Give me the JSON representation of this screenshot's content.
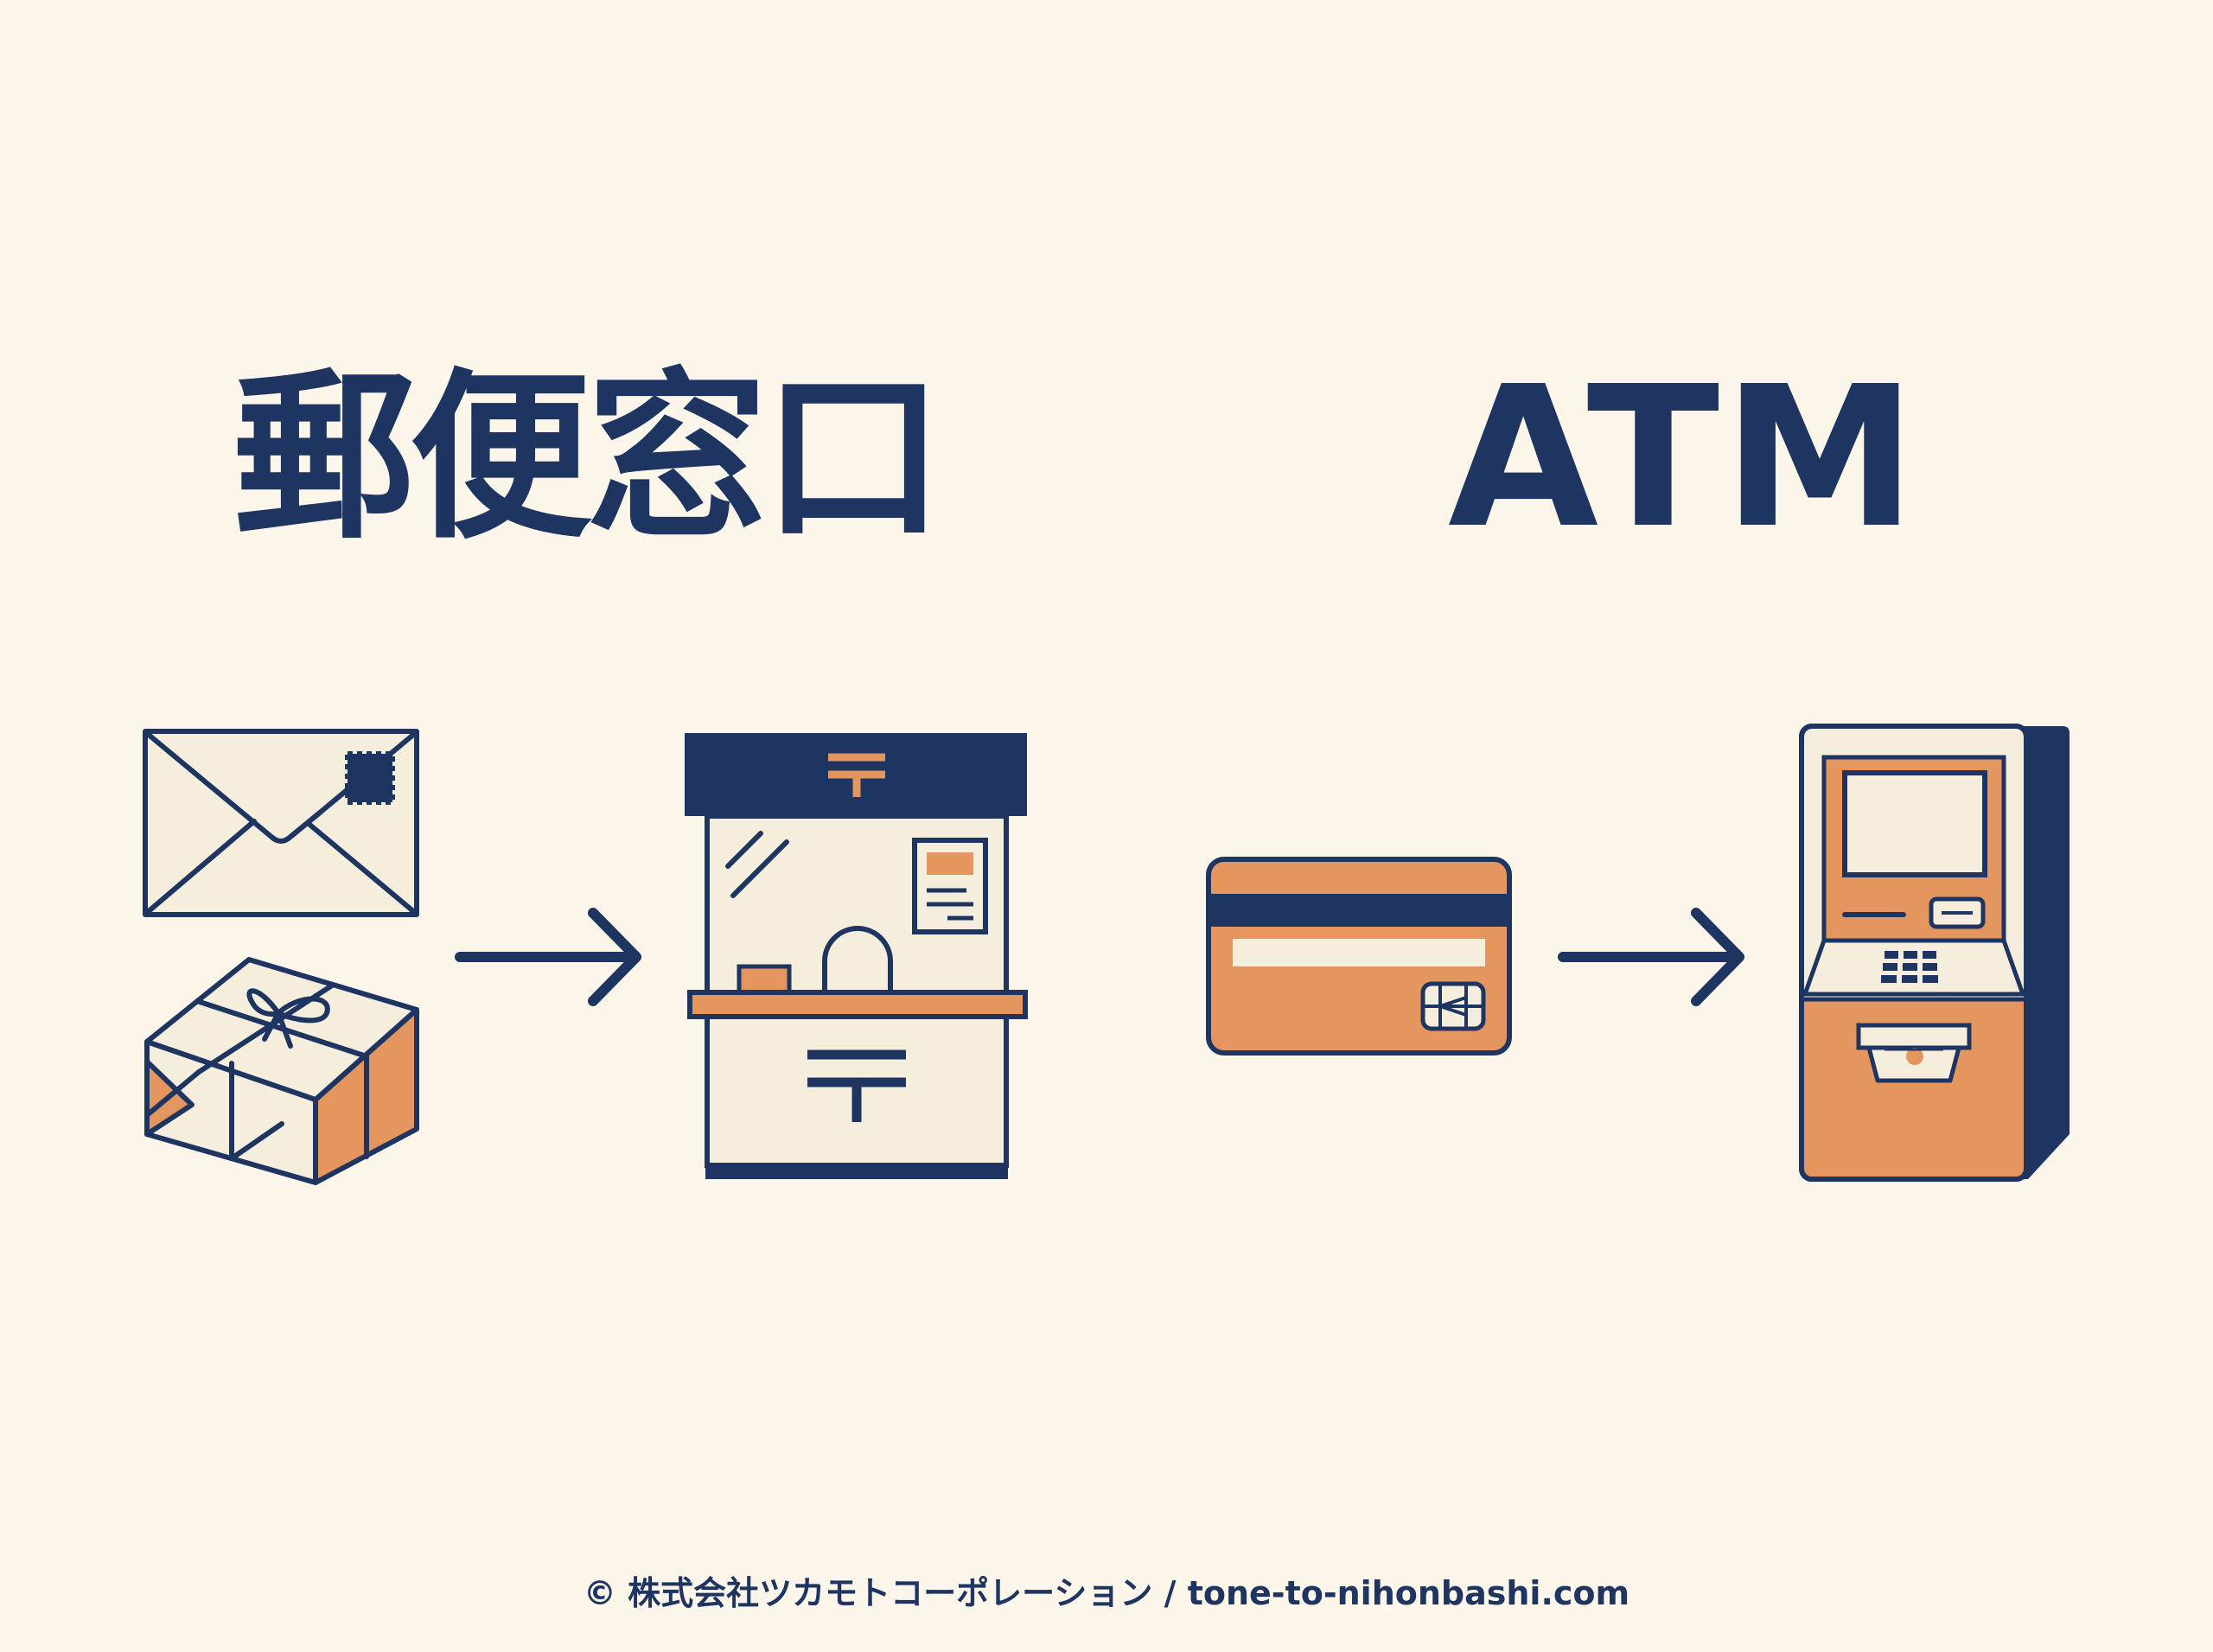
{
  "sections": [
    {
      "title": "郵便窓口"
    },
    {
      "title": "ATM"
    }
  ],
  "icons": {
    "left_inputs": [
      "envelope-icon",
      "parcel-icon"
    ],
    "left_target": "post-office-counter-icon",
    "right_input": "bank-card-icon",
    "right_target": "atm-machine-icon",
    "flow": "arrow-right-icon"
  },
  "footer": {
    "text": "© 株式会社ツカモトコーポレーション / tone-to-nihonbashi.com"
  },
  "colors": {
    "background": "#fcf6ea",
    "navy": "#1e3461",
    "orange": "#e5965f",
    "cream": "#f5eedd"
  }
}
